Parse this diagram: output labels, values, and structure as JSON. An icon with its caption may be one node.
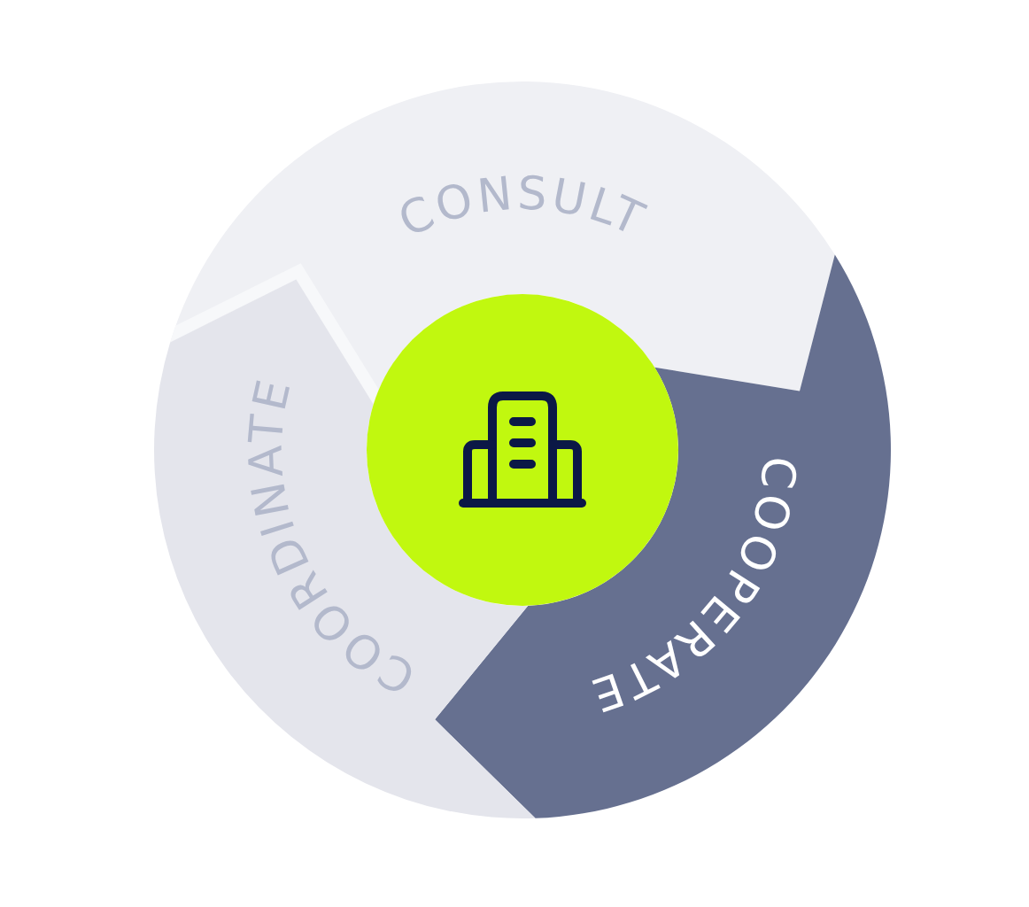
{
  "diagram": {
    "nodes": [
      {
        "text": [
          "CONSULT"
        ]
      },
      {
        "text": [
          "COOPERATE"
        ]
      },
      {
        "text": [
          "COORDINATE"
        ]
      },
      {
        "text": [],
        "shape": "circle"
      }
    ]
  }
}
